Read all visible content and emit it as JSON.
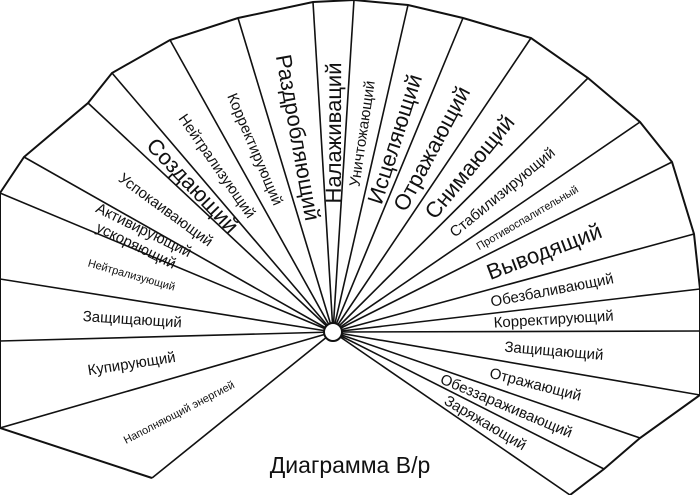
{
  "caption": "Диаграмма В/р",
  "colors": {
    "line": "#111111",
    "background": "#ffffff"
  },
  "sectors": [
    {
      "label": "Наполняющий энергией",
      "lines": [
        "Наполняющий энергией"
      ],
      "emphasis": "small"
    },
    {
      "label": "Купирующий",
      "lines": [
        "Купирующий"
      ],
      "emphasis": "normal"
    },
    {
      "label": "Защищающий",
      "lines": [
        "Защищающий"
      ],
      "emphasis": "normal"
    },
    {
      "label": "Нейтрализующий",
      "lines": [
        "Нейтрализующий"
      ],
      "emphasis": "small"
    },
    {
      "label": "Активирующий ускоряющий",
      "lines": [
        "Активирующий",
        "ускоряющий"
      ],
      "emphasis": "normal"
    },
    {
      "label": "Успокаивающий",
      "lines": [
        "Успокаивающий"
      ],
      "emphasis": "normal"
    },
    {
      "label": "Создающий",
      "lines": [
        "Создающий"
      ],
      "emphasis": "large"
    },
    {
      "label": "Нейтрализующий",
      "lines": [
        "Нейтрализующий"
      ],
      "emphasis": "normal"
    },
    {
      "label": "Корректирующий",
      "lines": [
        "Корректирующий"
      ],
      "emphasis": "normal"
    },
    {
      "label": "Раздробляющий",
      "lines": [
        "Раздробляющий"
      ],
      "emphasis": "large"
    },
    {
      "label": "Налаживаций",
      "lines": [
        "Налаживаций"
      ],
      "emphasis": "large"
    },
    {
      "label": "Уничтожающий",
      "lines": [
        "Уничтожающий"
      ],
      "emphasis": "normal"
    },
    {
      "label": "Исцеляющий",
      "lines": [
        "Исцеляющий"
      ],
      "emphasis": "large"
    },
    {
      "label": "Отражающий",
      "lines": [
        "Отражающий"
      ],
      "emphasis": "large"
    },
    {
      "label": "Снимающий",
      "lines": [
        "Снимающий"
      ],
      "emphasis": "large"
    },
    {
      "label": "Стабилизирующий",
      "lines": [
        "Стабилизирующий"
      ],
      "emphasis": "normal"
    },
    {
      "label": "Противоспалительный",
      "lines": [
        "Противоспалительный"
      ],
      "emphasis": "small"
    },
    {
      "label": "Выводящий",
      "lines": [
        "Выводящий"
      ],
      "emphasis": "large"
    },
    {
      "label": "Обезбаливающий",
      "lines": [
        "Обезбаливающий"
      ],
      "emphasis": "normal"
    },
    {
      "label": "Корректирующий",
      "lines": [
        "Корректирующий"
      ],
      "emphasis": "normal"
    },
    {
      "label": "Защищающий",
      "lines": [
        "Защищающий"
      ],
      "emphasis": "normal"
    },
    {
      "label": "Отражающий",
      "lines": [
        "Отражающий"
      ],
      "emphasis": "normal"
    },
    {
      "label": "Обеззараживающий",
      "lines": [
        "Обеззараживающий"
      ],
      "emphasis": "normal"
    },
    {
      "label": "Заряжающий",
      "lines": [
        "Заряжающий"
      ],
      "emphasis": "normal"
    }
  ]
}
